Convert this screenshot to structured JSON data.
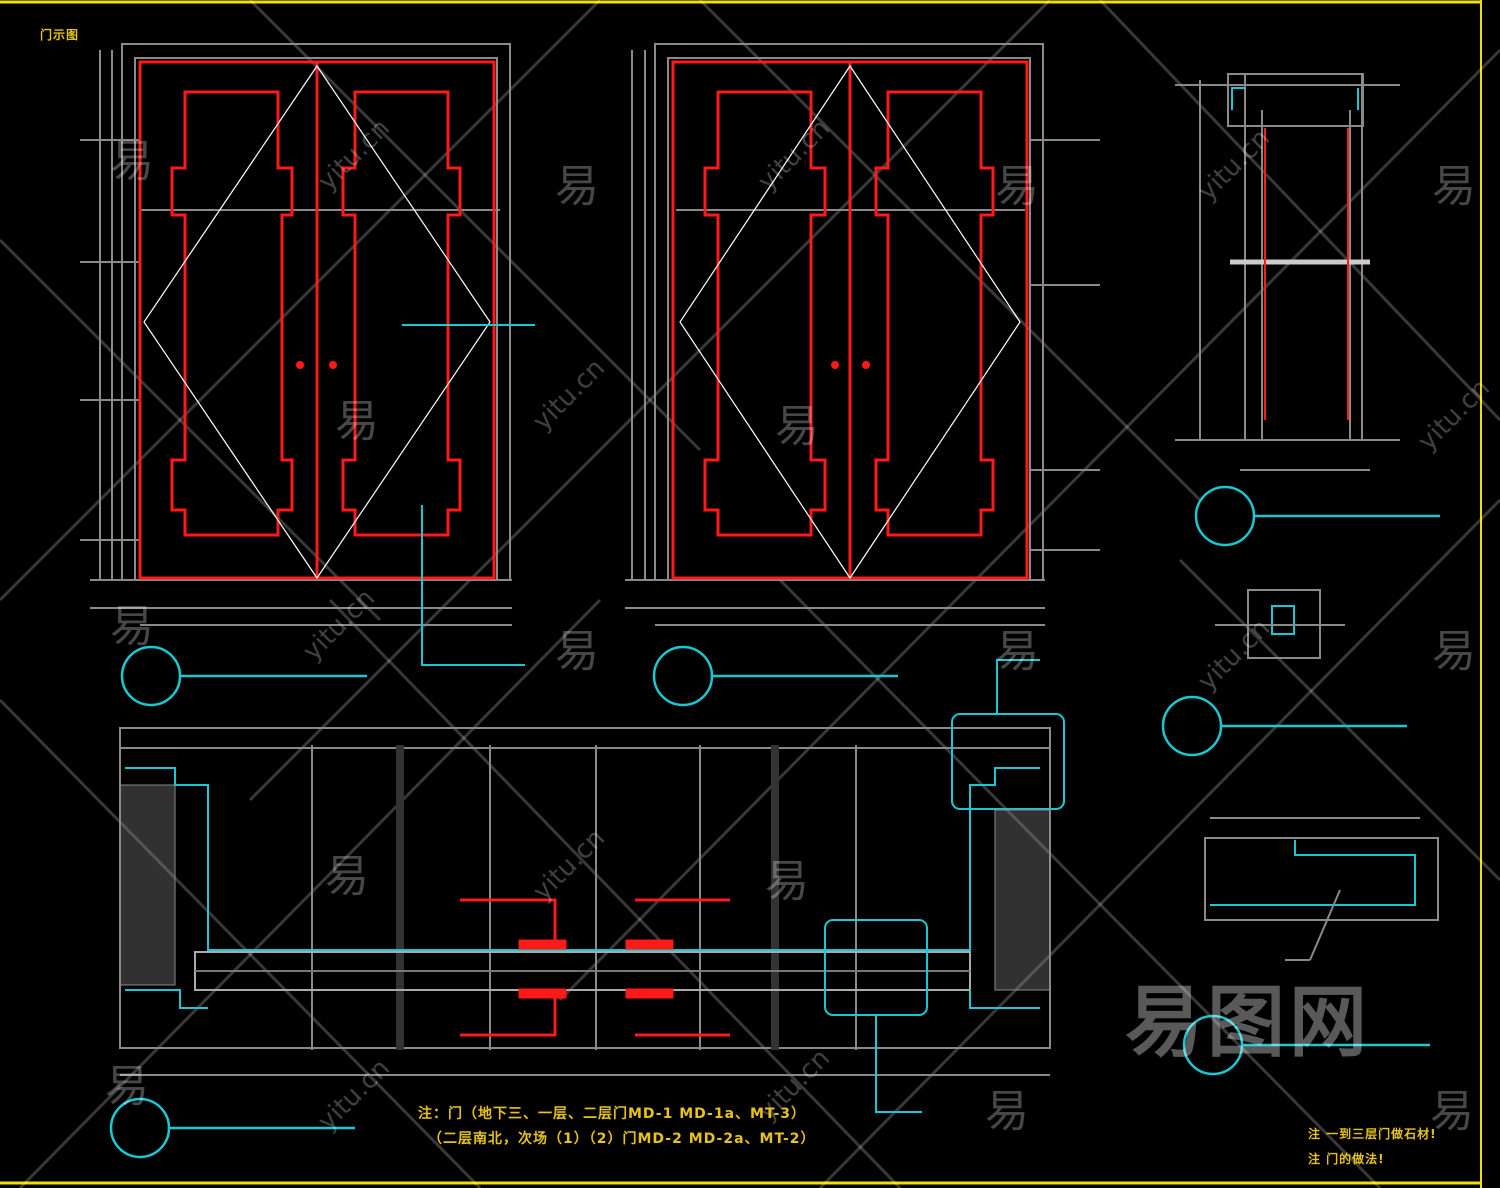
{
  "drawing": {
    "title_label": "门示图",
    "notes": {
      "line1": "注：门（地下三、一层、二层门MD-1 MD-1a、MT-3）",
      "line2": "（二层南北，次场（1）（2）门MD-2 MD-2a、MT-2）"
    },
    "remarks": {
      "line1": "注  一到三层门做石材!",
      "line2": "注  门的做法!"
    },
    "colors": {
      "background": "#000000",
      "frame": "#8a8a8a",
      "door_panel": "#ff1a1a",
      "callout": "#19c8d2",
      "text": "#e6c21a",
      "border": "#f0e000"
    }
  },
  "watermark": {
    "char": "易",
    "url": "yitu.cn",
    "logo": "易图网"
  }
}
